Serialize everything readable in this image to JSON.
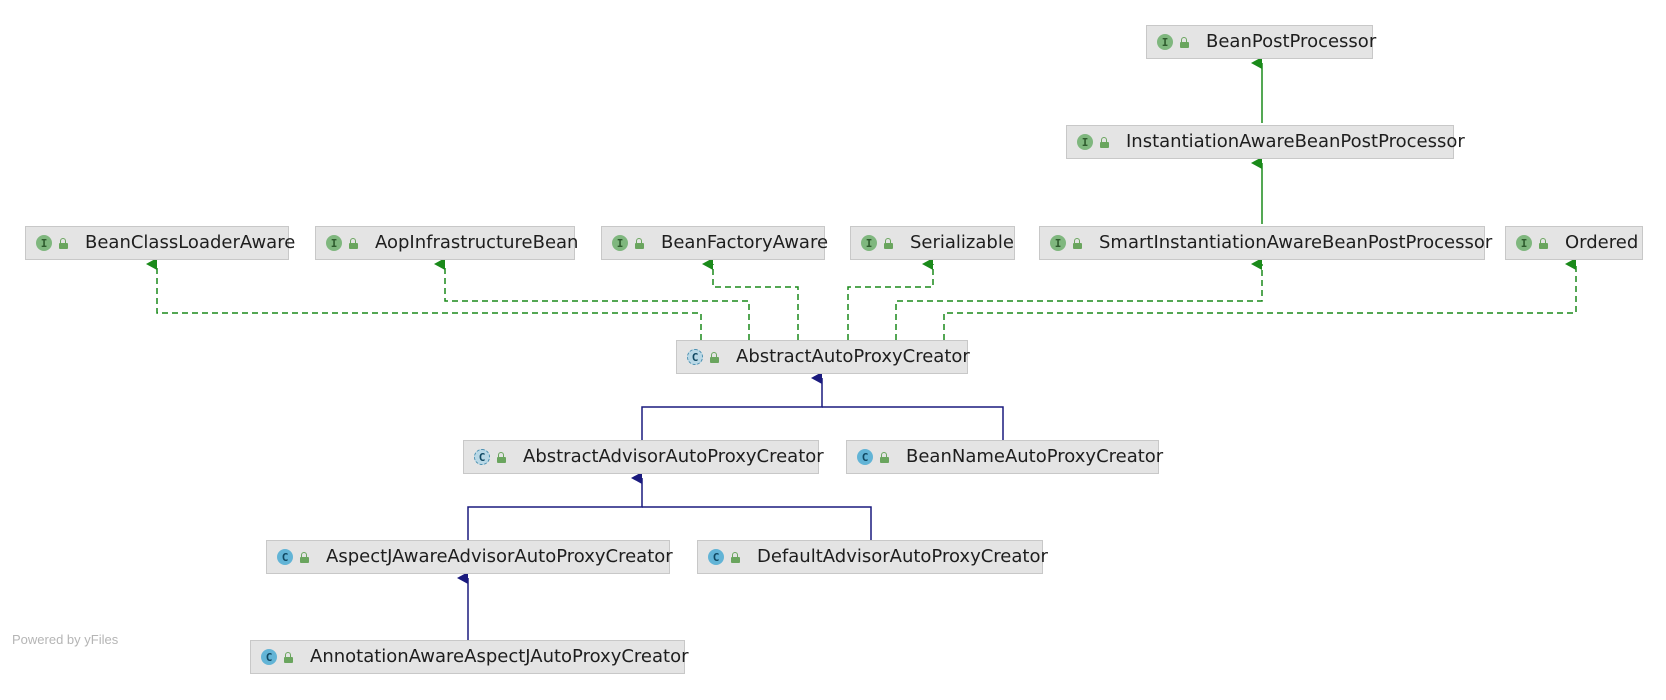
{
  "nodes": {
    "bean_post_processor": {
      "label": "BeanPostProcessor",
      "kind": "interface"
    },
    "instantiation_aware": {
      "label": "InstantiationAwareBeanPostProcessor",
      "kind": "interface"
    },
    "smart_instantiation_aware": {
      "label": "SmartInstantiationAwareBeanPostProcessor",
      "kind": "interface"
    },
    "bean_class_loader_aware": {
      "label": "BeanClassLoaderAware",
      "kind": "interface"
    },
    "aop_infrastructure_bean": {
      "label": "AopInfrastructureBean",
      "kind": "interface"
    },
    "bean_factory_aware": {
      "label": "BeanFactoryAware",
      "kind": "interface"
    },
    "serializable": {
      "label": "Serializable",
      "kind": "interface"
    },
    "ordered": {
      "label": "Ordered",
      "kind": "interface"
    },
    "abstract_auto_proxy_creator": {
      "label": "AbstractAutoProxyCreator",
      "kind": "abstract"
    },
    "abstract_advisor_auto_proxy_creator": {
      "label": "AbstractAdvisorAutoProxyCreator",
      "kind": "abstract"
    },
    "bean_name_auto_proxy_creator": {
      "label": "BeanNameAutoProxyCreator",
      "kind": "class"
    },
    "aspectj_aware_advisor_auto_proxy_creator": {
      "label": "AspectJAwareAdvisorAutoProxyCreator",
      "kind": "class"
    },
    "default_advisor_auto_proxy_creator": {
      "label": "DefaultAdvisorAutoProxyCreator",
      "kind": "class"
    },
    "annotation_aware_aspectj_auto_proxy_creator": {
      "label": "AnnotationAwareAspectJAutoProxyCreator",
      "kind": "class"
    }
  },
  "icons": {
    "interface": "I",
    "class": "C",
    "abstract": "C"
  },
  "edges": [
    {
      "from": "instantiation_aware",
      "to": "bean_post_processor",
      "type": "extends-interface"
    },
    {
      "from": "smart_instantiation_aware",
      "to": "instantiation_aware",
      "type": "extends-interface"
    },
    {
      "from": "abstract_auto_proxy_creator",
      "to": "bean_class_loader_aware",
      "type": "implements"
    },
    {
      "from": "abstract_auto_proxy_creator",
      "to": "aop_infrastructure_bean",
      "type": "implements"
    },
    {
      "from": "abstract_auto_proxy_creator",
      "to": "bean_factory_aware",
      "type": "implements"
    },
    {
      "from": "abstract_auto_proxy_creator",
      "to": "serializable",
      "type": "implements"
    },
    {
      "from": "abstract_auto_proxy_creator",
      "to": "smart_instantiation_aware",
      "type": "implements"
    },
    {
      "from": "abstract_auto_proxy_creator",
      "to": "ordered",
      "type": "implements"
    },
    {
      "from": "abstract_advisor_auto_proxy_creator",
      "to": "abstract_auto_proxy_creator",
      "type": "extends-class"
    },
    {
      "from": "bean_name_auto_proxy_creator",
      "to": "abstract_auto_proxy_creator",
      "type": "extends-class"
    },
    {
      "from": "aspectj_aware_advisor_auto_proxy_creator",
      "to": "abstract_advisor_auto_proxy_creator",
      "type": "extends-class"
    },
    {
      "from": "default_advisor_auto_proxy_creator",
      "to": "abstract_advisor_auto_proxy_creator",
      "type": "extends-class"
    },
    {
      "from": "annotation_aware_aspectj_auto_proxy_creator",
      "to": "aspectj_aware_advisor_auto_proxy_creator",
      "type": "extends-class"
    }
  ],
  "colors": {
    "interface_edge": "#1a8a1a",
    "class_edge": "#1a1a7e",
    "node_fill": "#e4e4e4",
    "node_border": "#c8c8c8"
  },
  "watermark": "Powered by yFiles"
}
